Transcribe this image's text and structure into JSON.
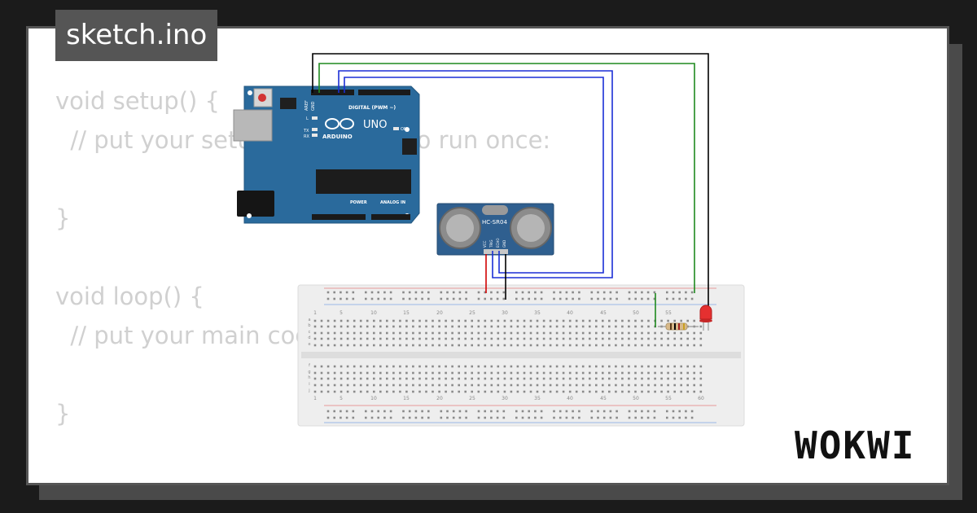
{
  "file_name": "sketch.ino",
  "brand": "WOKWI",
  "code_lines": [
    "void setup() {",
    "  // put your setup code here, to run once:",
    "",
    "}",
    "",
    "void loop() {",
    "  // put your main code here, to run repeatedly:",
    "",
    "}"
  ],
  "arduino": {
    "logo_text": "ARDUINO",
    "model": "UNO",
    "header_digital": "DIGITAL (PWM ~)",
    "header_analog": "ANALOG IN",
    "header_power": "POWER",
    "pin_aref": "AREF",
    "pin_gnd": "GND",
    "led_l": "L",
    "led_tx": "TX",
    "led_rx": "RX",
    "led_on": "ON"
  },
  "sensor": {
    "label": "HC-SR04",
    "pins": [
      "VCC",
      "TRIG",
      "ECHO",
      "GND"
    ]
  },
  "breadboard": {
    "column_numbers": [
      "1",
      "5",
      "10",
      "15",
      "20",
      "25",
      "30",
      "35",
      "40",
      "45",
      "50",
      "55",
      "60"
    ],
    "row_letters_top": [
      "a",
      "b",
      "c",
      "d",
      "e"
    ],
    "row_letters_bottom": [
      "f",
      "g",
      "h",
      "i",
      "j"
    ]
  },
  "colors": {
    "board_blue": "#2a6a9c",
    "wire_black": "#000000",
    "wire_green": "#1f8a1f",
    "wire_blue": "#1b2fd6",
    "wire_red": "#d00000",
    "led_red": "#e53030"
  }
}
